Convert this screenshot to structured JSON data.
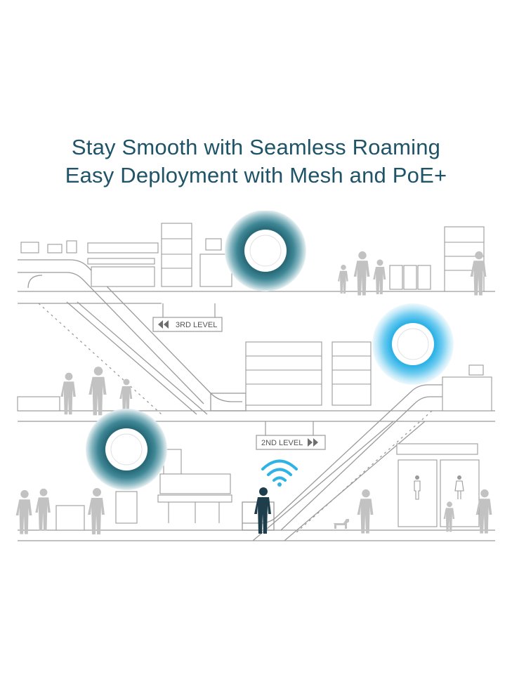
{
  "headline": {
    "line1": "Stay Smooth with Seamless Roaming",
    "line2": "Easy Deployment with Mesh and PoE+"
  },
  "signs": {
    "level3": "3RD LEVEL",
    "level2": "2ND LEVEL"
  },
  "colors": {
    "headline": "#1f5468",
    "line_art": "#9a9a9a",
    "ap_dark_ring": "#2a6b7a",
    "ap_glow_blue": "#2fb3e6",
    "wifi_signal": "#2fb3e6",
    "person_highlight": "#1f3e4c"
  },
  "access_points": [
    {
      "label": "access-point-upper",
      "glow": "teal"
    },
    {
      "label": "access-point-middle",
      "glow": "blue"
    },
    {
      "label": "access-point-lower",
      "glow": "teal"
    }
  ],
  "icons": [
    "wifi-signal-icon",
    "left-arrows-icon",
    "right-arrows-icon",
    "male-restroom-icon",
    "female-restroom-icon"
  ]
}
